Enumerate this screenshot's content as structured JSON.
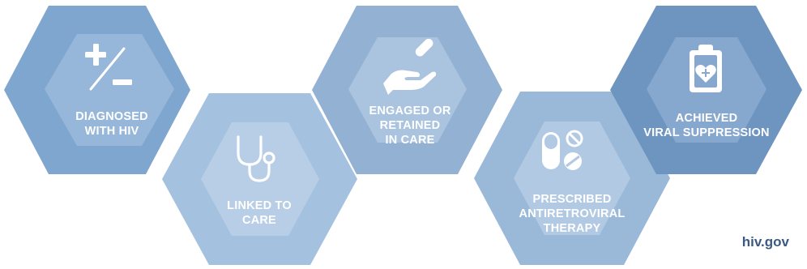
{
  "steps": [
    {
      "label": "DIAGNOSED\nWITH HIV",
      "icon": "plus-minus-icon",
      "outer": "#7fa6cf",
      "inner": "#96b7da"
    },
    {
      "label": "LINKED TO\nCARE",
      "icon": "stethoscope-icon",
      "outer": "#a4c1df",
      "inner": "#b7cee6"
    },
    {
      "label": "ENGAGED OR\nRETAINED\nIN CARE",
      "icon": "hand-pill-icon",
      "outer": "#93b2d3",
      "inner": "#aac3de"
    },
    {
      "label": "PRESCRIBED\nANTIRETROVIRAL\nTHERAPY",
      "icon": "pills-icon",
      "outer": "#9ab8d8",
      "inner": "#b1c9e2"
    },
    {
      "label": "ACHIEVED\nVIRAL SUPPRESSION",
      "icon": "clipboard-heart-icon",
      "outer": "#6e95c0",
      "inner": "#86a8ce"
    }
  ],
  "brand": "hiv.gov"
}
